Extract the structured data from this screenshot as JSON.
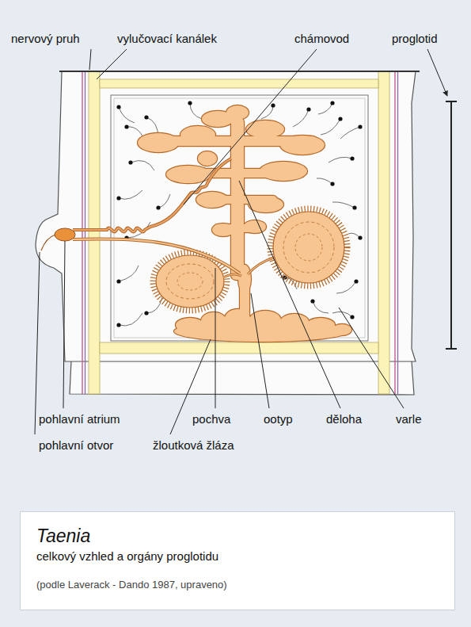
{
  "diagram": {
    "nodes": [
      {
        "text": [
          "Taenia",
          "celkový vzhled a orgány proglotidu",
          "(podle Laverack - Dando 1987, upraveno)"
        ]
      }
    ],
    "labels": [
      "nervový pruh",
      "vylučovací kanálek",
      "chámovod",
      "proglotid",
      "pohlavní atrium",
      "pochva",
      "ootyp",
      "děloha",
      "varle",
      "pohlavní otvor",
      "žloutková žláza"
    ]
  }
}
